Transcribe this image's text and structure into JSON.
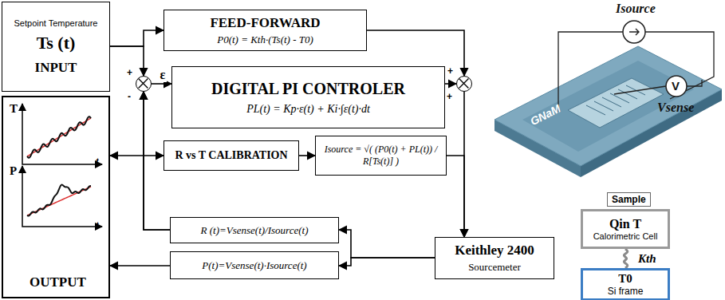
{
  "diagram": {
    "nodes": [
      {
        "text": [
          "Setpoint Temperature",
          "Ts (t)",
          "INPUT"
        ]
      },
      {
        "text": [
          "FEED-FORWARD",
          "P0(t) = Kth·(Ts(t) - T0)"
        ]
      },
      {
        "text": [
          "DIGITAL PI CONTROLER",
          "PL(t) = Kp·ε(t) + Ki·∫ε(t)·dt"
        ]
      },
      {
        "text": [
          "+",
          "-"
        ]
      },
      {
        "text": [
          "+",
          "+"
        ]
      },
      {
        "text": [
          "T",
          "t",
          "P",
          "t",
          "OUTPUT"
        ]
      },
      {
        "text": [
          "R vs T CALIBRATION"
        ]
      },
      {
        "text": [
          "Isource = √( (P0(t) + PL(t)) / R[Ts(t)] )"
        ]
      },
      {
        "text": [
          "Keithley 2400",
          "Sourcemeter"
        ]
      },
      {
        "text": [
          "R (t)=Vsense(t)/Isource(t)"
        ]
      },
      {
        "text": [
          "P(t)=Vsense(t)·Isource(t)"
        ]
      },
      {
        "text": [
          "Sample",
          "Qin T",
          "Calorimetric Cell"
        ]
      },
      {
        "text": [
          "T0",
          "Si frame"
        ]
      }
    ],
    "edges": [
      {
        "from": 0,
        "to": 1,
        "arrow": "to"
      },
      {
        "from": 0,
        "to": 3,
        "arrow": "to"
      },
      {
        "from": 3,
        "to": 2,
        "label": "ε",
        "arrow": "to"
      },
      {
        "from": 1,
        "to": 4,
        "arrow": "to"
      },
      {
        "from": 2,
        "to": 4,
        "arrow": "to"
      },
      {
        "from": 4,
        "to": 8,
        "arrow": "to"
      },
      {
        "from": 7,
        "to": 8,
        "arrow": "to"
      },
      {
        "from": 6,
        "to": 3,
        "arrow": "both"
      },
      {
        "from": 9,
        "to": 3,
        "arrow": "to"
      },
      {
        "from": 9,
        "to": 5,
        "arrow": "to"
      },
      {
        "from": 8,
        "to": 9,
        "arrow": "to"
      },
      {
        "from": 8,
        "to": 10,
        "arrow": "to"
      },
      {
        "from": 10,
        "to": 5,
        "arrow": "to"
      },
      {
        "from": 6,
        "to": 7,
        "arrow": "to"
      },
      {
        "from": 11,
        "to": 12,
        "label": "Kth",
        "arrow": "none"
      }
    ],
    "labels": [
      "Isource",
      "V",
      "Vsense",
      "GNaM"
    ]
  }
}
